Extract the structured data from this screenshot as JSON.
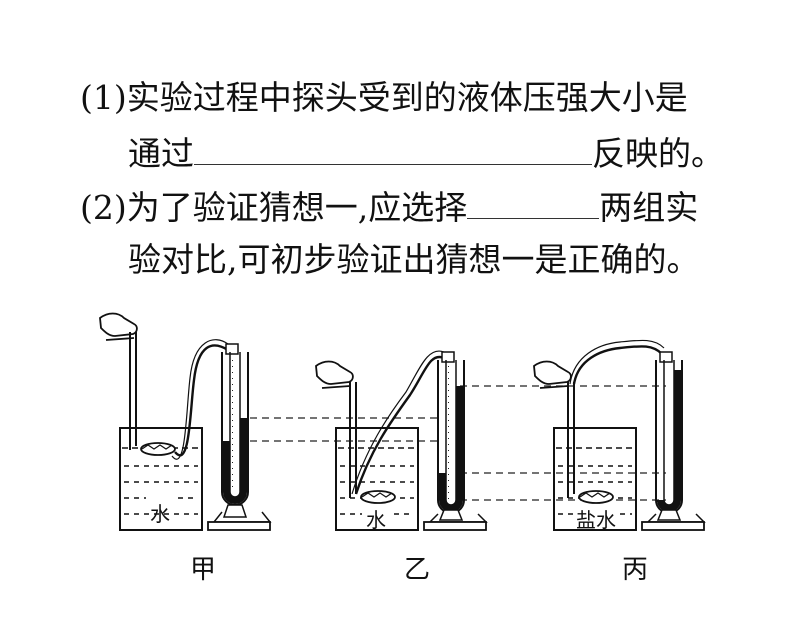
{
  "questions": {
    "q1_line1": "(1)实验过程中探头受到的液体压强大小是",
    "q1_pre": "通过",
    "q1_post": "反映的。",
    "q2_pre": "(2)为了验证猜想一,应选择",
    "q2_post": "两组实",
    "q2_line2": "验对比,可初步验证出猜想一是正确的。"
  },
  "figure": {
    "setups": [
      {
        "caption": "甲",
        "liquid": "水"
      },
      {
        "caption": "乙",
        "liquid": "水"
      },
      {
        "caption": "丙",
        "liquid": "盐水"
      }
    ]
  }
}
